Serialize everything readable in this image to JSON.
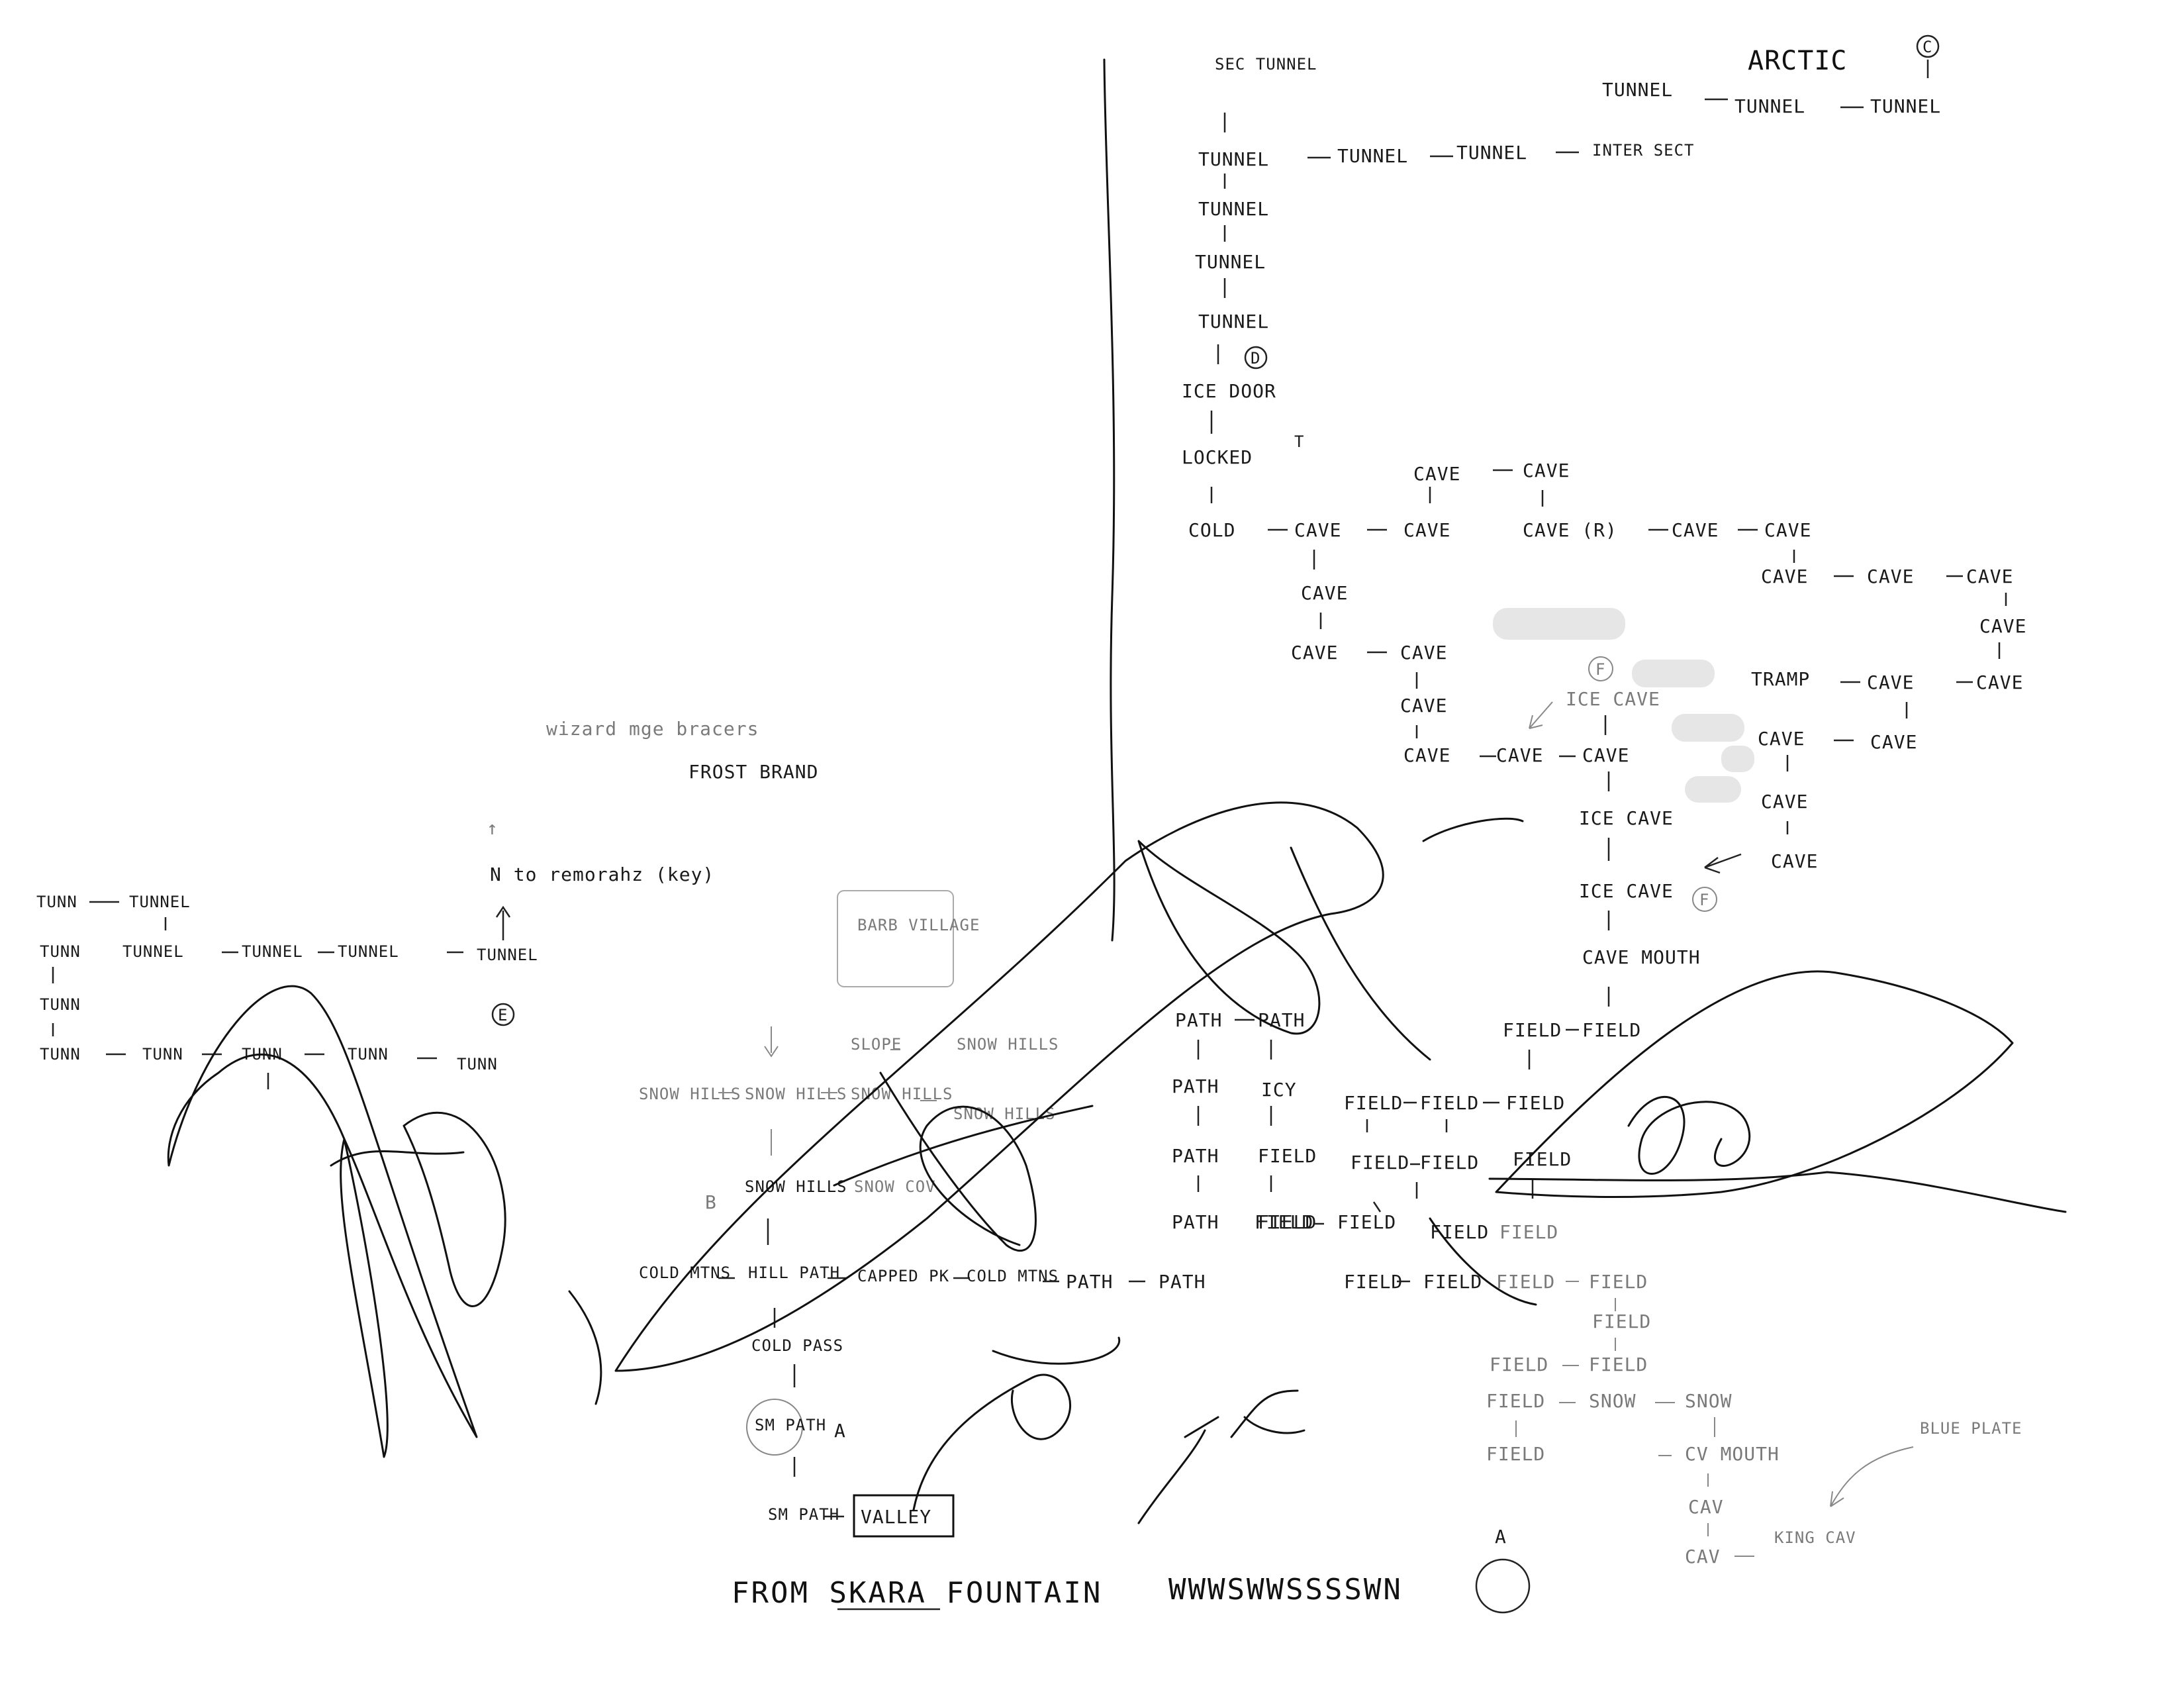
{
  "title": "ARCTIC",
  "subtitle_grey": "wizard mge bracers",
  "subtitle": "FROST BRAND",
  "directions_label": "FROM SKARA FOUNTAIN",
  "directions_value": "WWWSWWSSSSWN",
  "north_note": "N to remorahz (key)",
  "barb_village": "BARB VILLAGE",
  "blue_plate": "BLUE PLATE",
  "markers": {
    "A": "A",
    "B": "B",
    "C": "C",
    "D": "D",
    "E": "E",
    "F": "F",
    "T": "T"
  },
  "nodes": {
    "sec_tunnel": "SEC TUNNEL",
    "tunnel": "TUNNEL",
    "intersect": "INTER SECT",
    "ice_door": "ICE DOOR",
    "locked": "LOCKED",
    "cold": "COLD",
    "cave": "CAVE",
    "cave_r": "CAVE (R)",
    "tramp": "TRAMP",
    "ice_cave": "ICE CAVE",
    "cave_mouth": "CAVE MOUTH",
    "field": "FIELD",
    "icy": "ICY",
    "path": "PATH",
    "snow": "SNOW",
    "cv_mouth": "CV MOUTH",
    "cav": "CAV",
    "king_cav": "KING CAV",
    "tunn": "TUNN",
    "snow_hills": "SNOW HILLS",
    "slope": "SLOPE",
    "cold_mtns": "COLD MTNS",
    "hill_path": "HILL PATH",
    "capped_pk": "CAPPED PK",
    "cold_pass": "COLD PASS",
    "sm_path": "SM PATH",
    "valley": "VALLEY",
    "snow_cov": "SNOW COV"
  }
}
